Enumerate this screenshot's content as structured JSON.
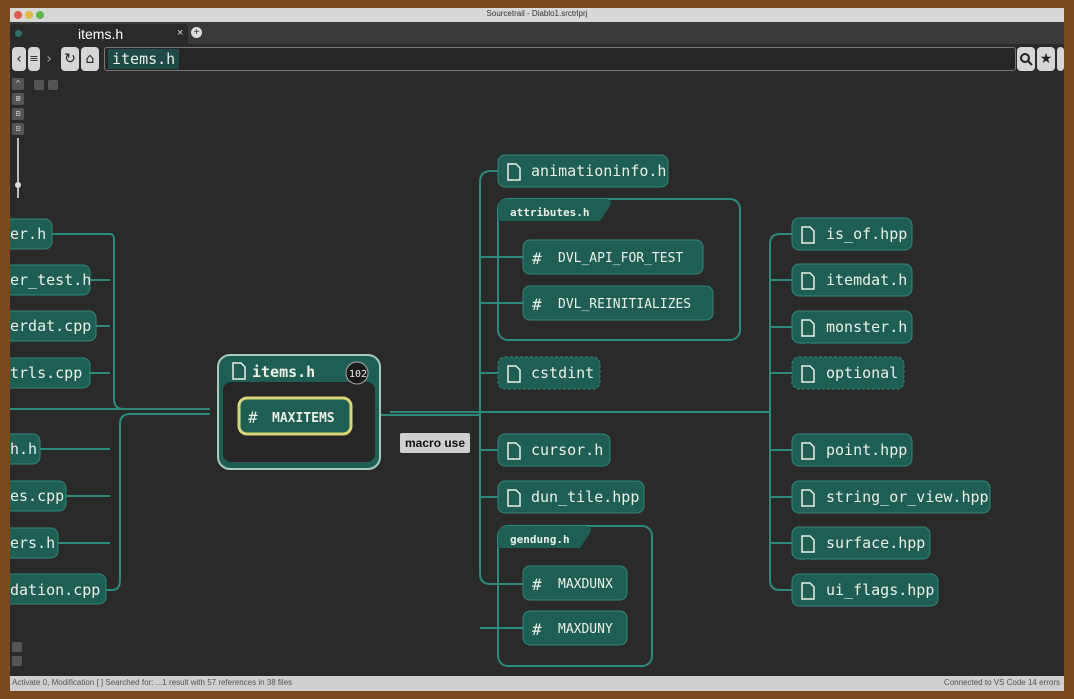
{
  "window": {
    "title": "Sourcetrail - Diablo1.srctrlprj"
  },
  "tab": {
    "label": "items.h",
    "close": "×",
    "new": "+"
  },
  "toolbar": {
    "back": "‹",
    "history": "≡",
    "forward": "›",
    "refresh": "↻",
    "home": "⌂",
    "search_query": "items.h",
    "search_icon": "search-icon",
    "bookmark_icon": "star-icon",
    "menu_icon": "menu-icon"
  },
  "graph": {
    "center": {
      "file": "items.h",
      "badge": "102",
      "symbol": "MAXITEMS"
    },
    "tooltip": "macro use",
    "left_files": [
      "er.h",
      "er_test.h",
      "erdat.cpp",
      "trls.cpp",
      "h.h",
      "es.cpp",
      "ers.h",
      "dation.cpp"
    ],
    "right_top": [
      {
        "kind": "file",
        "label": "animationinfo.h"
      }
    ],
    "attributes_group": {
      "title": "attributes.h",
      "items": [
        "DVL_API_FOR_TEST",
        "DVL_REINITIALIZES"
      ]
    },
    "right_mid": [
      {
        "kind": "file",
        "label": "cstdint"
      },
      {
        "kind": "file",
        "label": "cursor.h"
      },
      {
        "kind": "file",
        "label": "dun_tile.hpp"
      }
    ],
    "gendung_group": {
      "title": "gendung.h",
      "items": [
        "MAXDUNX",
        "MAXDUNY"
      ]
    },
    "far_right": [
      "is_of.hpp",
      "itemdat.h",
      "monster.h",
      "optional",
      "point.hpp",
      "string_or_view.hpp",
      "surface.hpp",
      "ui_flags.hpp"
    ]
  },
  "colors": {
    "node": "#1f5e52",
    "node_border": "#2f8a78",
    "edge": "#2b8a7a",
    "highlight": "#d8d47a",
    "bg": "#2a2a2a"
  },
  "status": {
    "left": "Activate 0, Modification [ ] Searched for: ...1 result with 57 references in 38 files",
    "right": "Connected to VS Code  14 errors"
  }
}
